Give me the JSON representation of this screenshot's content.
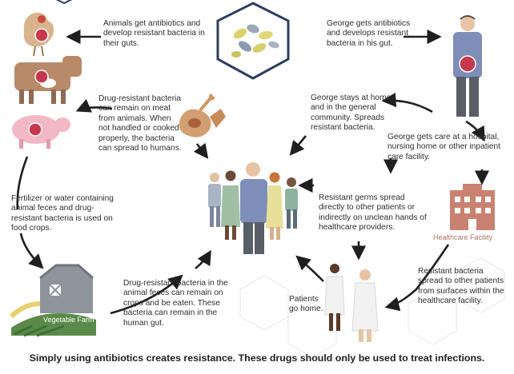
{
  "texts": {
    "animals_get": "Animals get antibiotics and develop resistant bacteria in their guts.",
    "george_gets": "George gets antibiotics and develops resistant bacteria in his gut.",
    "meat": "Drug-resistant bacteria can remain on meat from animals. When not handled or cooked properly, the bacteria can spread to humans.",
    "george_stays": "George stays at home and in the general community. Spreads resistant bacteria.",
    "george_care": "George gets care at a hospital, nursing home or other inpatient care facility.",
    "fertilizer": "Fertilizer or water containing animal feces and drug-resistant bacteria is used on food crops.",
    "germs_spread": "Resistant germs spread directly to other patients or indirectly on unclean hands of healthcare providers.",
    "crops": "Drug-resistant bacteria in the animal feces can remain on crops and be eaten. These bacteria can remain in the human gut.",
    "patients_home": "Patients go home.",
    "surfaces": "Resistant bacteria spread to other patients from surfaces within the healthcare facility."
  },
  "labels": {
    "healthcare_facility": "Healthcare Facility",
    "vegetable_farm": "Vegetable Farm"
  },
  "caption": "Simply using antibiotics creates resistance.  These drugs should only be used to treat infections.",
  "colors": {
    "hexagon_stroke": "#2d3e5e",
    "arrow": "#1f1f1f",
    "gut_red": "#c8384c",
    "facility": "#c98272",
    "farm_green": "#5a8a4a"
  }
}
